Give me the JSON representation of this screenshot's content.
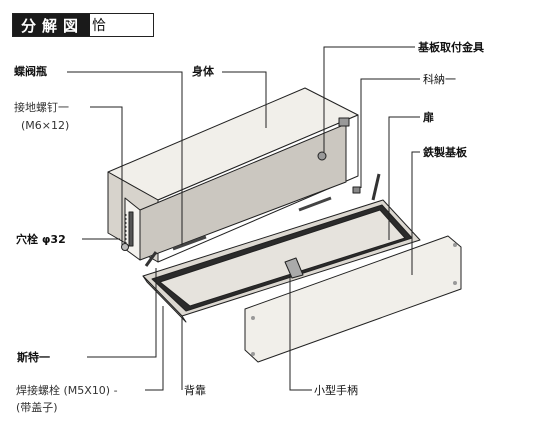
{
  "title": {
    "main": "分解図",
    "extra": "恰"
  },
  "labels": {
    "mounting_bracket": "基板取付金具",
    "butterfly_bottle": "蝶阀瓶",
    "body": "身体",
    "section_one": "科納一",
    "ground_screw": "接地螺钉一",
    "ground_screw_spec": "(M6×12)",
    "door": "扉",
    "steel_plate": "鉄製基板",
    "hole_plug": "穴栓 φ32",
    "stay": "斯特一",
    "weld_screw": "焊接螺栓 (M5X10) -",
    "weld_screw_note": "(带盖子)",
    "back_support": "背靠",
    "small_handle": "小型手柄"
  }
}
